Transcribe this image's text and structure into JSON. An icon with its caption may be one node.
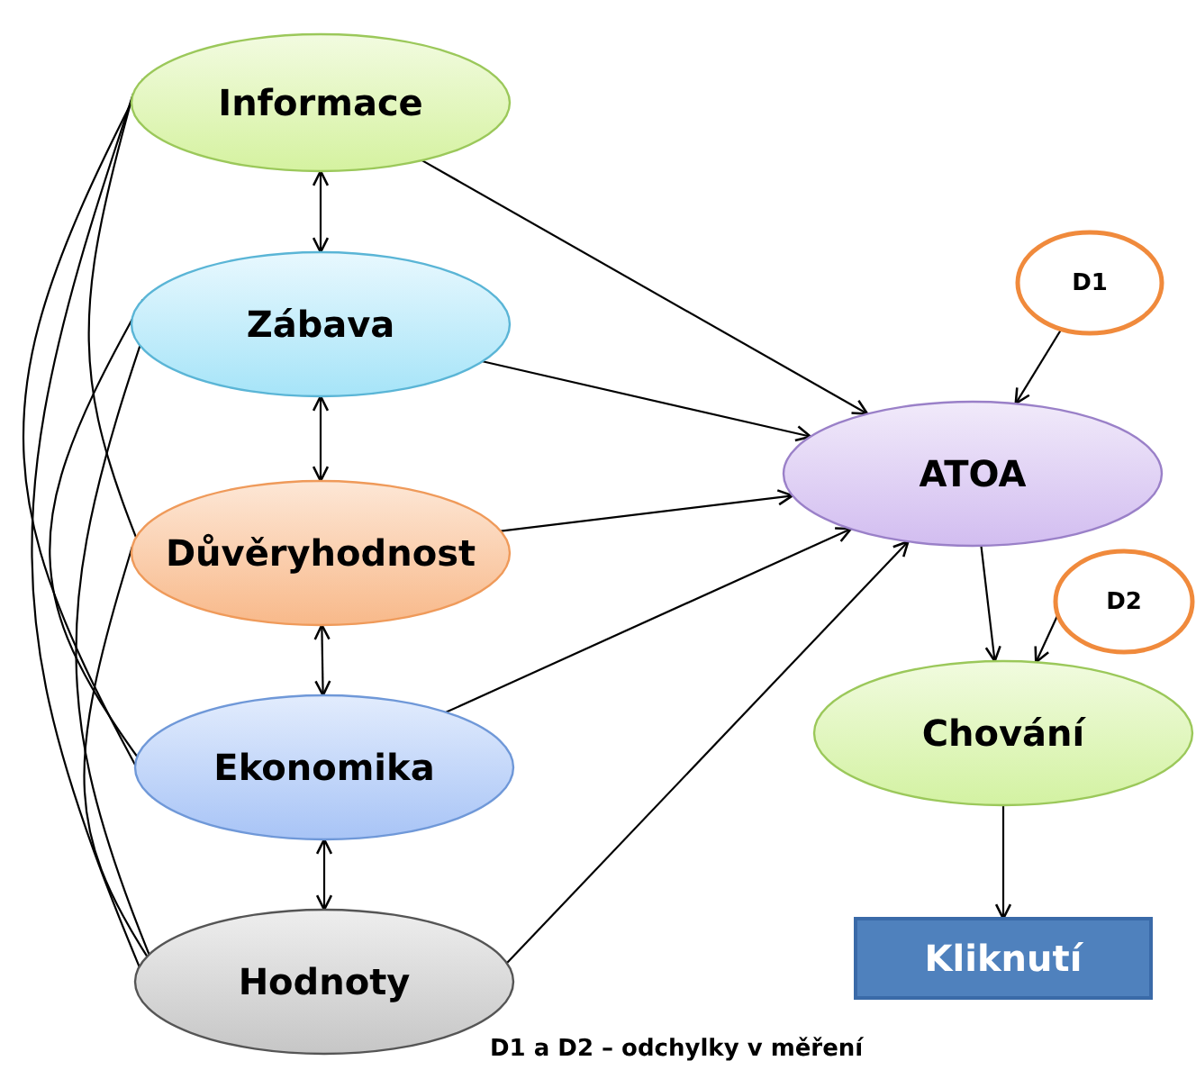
{
  "diagram": {
    "caption": "D1 a D2 – odchylky v měření",
    "nodes": [
      {
        "text": [
          "Informace"
        ]
      },
      {
        "text": [
          "Zábava"
        ]
      },
      {
        "text": [
          "Důvěryhodnost"
        ]
      },
      {
        "text": [
          "Ekonomika"
        ]
      },
      {
        "text": [
          "Hodnoty"
        ]
      },
      {
        "text": [
          "ATOA"
        ]
      },
      {
        "text": [
          "D1"
        ]
      },
      {
        "text": [
          "D2"
        ]
      },
      {
        "text": [
          "Chování"
        ]
      },
      {
        "text": [
          "Kliknutí"
        ]
      }
    ],
    "edges": [
      {
        "from": 0,
        "to": 1,
        "arrow": "both"
      },
      {
        "from": 1,
        "to": 2,
        "arrow": "both"
      },
      {
        "from": 2,
        "to": 3,
        "arrow": "both"
      },
      {
        "from": 3,
        "to": 4,
        "arrow": "both"
      },
      {
        "from": 0,
        "to": 2,
        "arrow": "none"
      },
      {
        "from": 0,
        "to": 3,
        "arrow": "none"
      },
      {
        "from": 0,
        "to": 4,
        "arrow": "none"
      },
      {
        "from": 1,
        "to": 3,
        "arrow": "none"
      },
      {
        "from": 1,
        "to": 4,
        "arrow": "none"
      },
      {
        "from": 2,
        "to": 4,
        "arrow": "none"
      },
      {
        "from": 0,
        "to": 5,
        "arrow": "to"
      },
      {
        "from": 1,
        "to": 5,
        "arrow": "to"
      },
      {
        "from": 2,
        "to": 5,
        "arrow": "to"
      },
      {
        "from": 3,
        "to": 5,
        "arrow": "to"
      },
      {
        "from": 4,
        "to": 5,
        "arrow": "to"
      },
      {
        "from": 6,
        "to": 5,
        "arrow": "to"
      },
      {
        "from": 5,
        "to": 8,
        "arrow": "to"
      },
      {
        "from": 7,
        "to": 8,
        "arrow": "to"
      },
      {
        "from": 8,
        "to": 9,
        "arrow": "to"
      }
    ]
  }
}
